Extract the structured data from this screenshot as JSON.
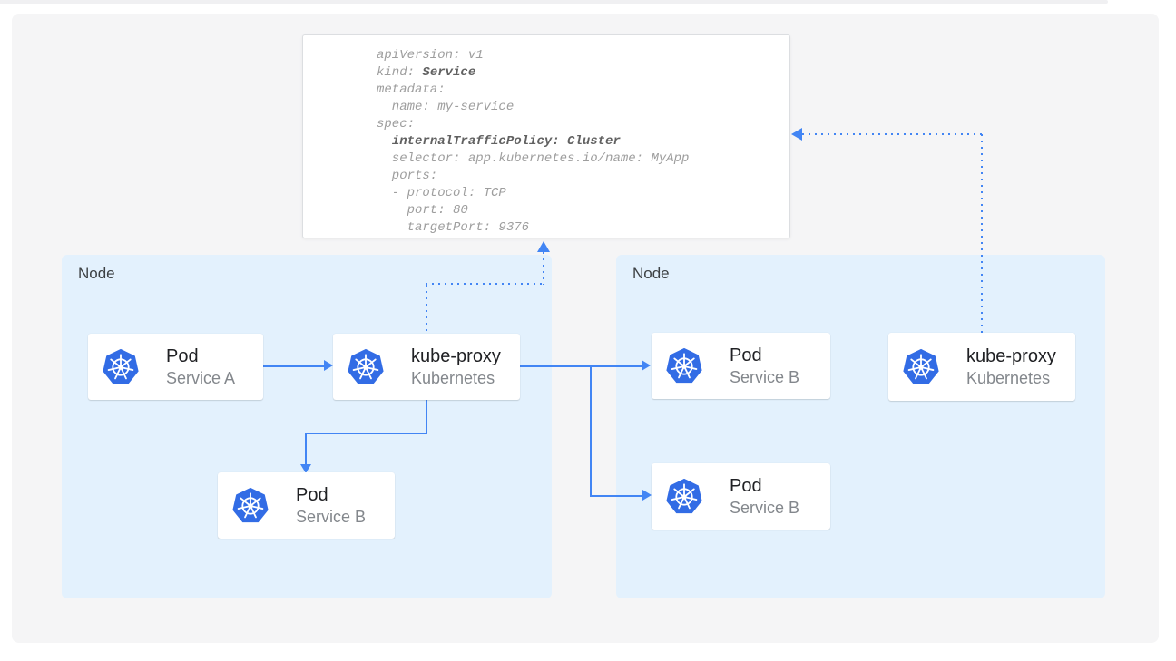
{
  "colors": {
    "accent_blue": "#4285f4",
    "kubernetes_blue": "#326ce5",
    "node_background": "#e3f1fd",
    "panel_background": "#f5f5f6",
    "code_text": "#9e9e9e",
    "code_text_bold": "#616161"
  },
  "code": {
    "lines": [
      [
        {
          "text": "apiVersion: v1",
          "bold": false
        }
      ],
      [
        {
          "text": "kind: ",
          "bold": false
        },
        {
          "text": "Service",
          "bold": true
        }
      ],
      [
        {
          "text": "metadata:",
          "bold": false
        }
      ],
      [
        {
          "text": "  name: my-service",
          "bold": false
        }
      ],
      [
        {
          "text": "spec:",
          "bold": false
        }
      ],
      [
        {
          "text": "  ",
          "bold": false
        },
        {
          "text": "internalTrafficPolicy: Cluster",
          "bold": true
        }
      ],
      [
        {
          "text": "  selector: app.kubernetes.io/name: MyApp",
          "bold": false
        }
      ],
      [
        {
          "text": "  ports:",
          "bold": false
        }
      ],
      [
        {
          "text": "  - protocol: TCP",
          "bold": false
        }
      ],
      [
        {
          "text": "    port: 80",
          "bold": false
        }
      ],
      [
        {
          "text": "    targetPort: 9376",
          "bold": false
        }
      ]
    ]
  },
  "nodes": {
    "left": {
      "label": "Node"
    },
    "right": {
      "label": "Node"
    }
  },
  "cards": {
    "pod_a": {
      "title": "Pod",
      "subtitle": "Service A",
      "icon": "kubernetes-wheel-icon"
    },
    "kube_proxy_left": {
      "title": "kube-proxy",
      "subtitle": "Kubernetes",
      "icon": "kubernetes-wheel-icon"
    },
    "pod_b_left": {
      "title": "Pod",
      "subtitle": "Service B",
      "icon": "kubernetes-wheel-icon"
    },
    "pod_b_right_top": {
      "title": "Pod",
      "subtitle": "Service B",
      "icon": "kubernetes-wheel-icon"
    },
    "pod_b_right_bottom": {
      "title": "Pod",
      "subtitle": "Service B",
      "icon": "kubernetes-wheel-icon"
    },
    "kube_proxy_right": {
      "title": "kube-proxy",
      "subtitle": "Kubernetes",
      "icon": "kubernetes-wheel-icon"
    }
  }
}
